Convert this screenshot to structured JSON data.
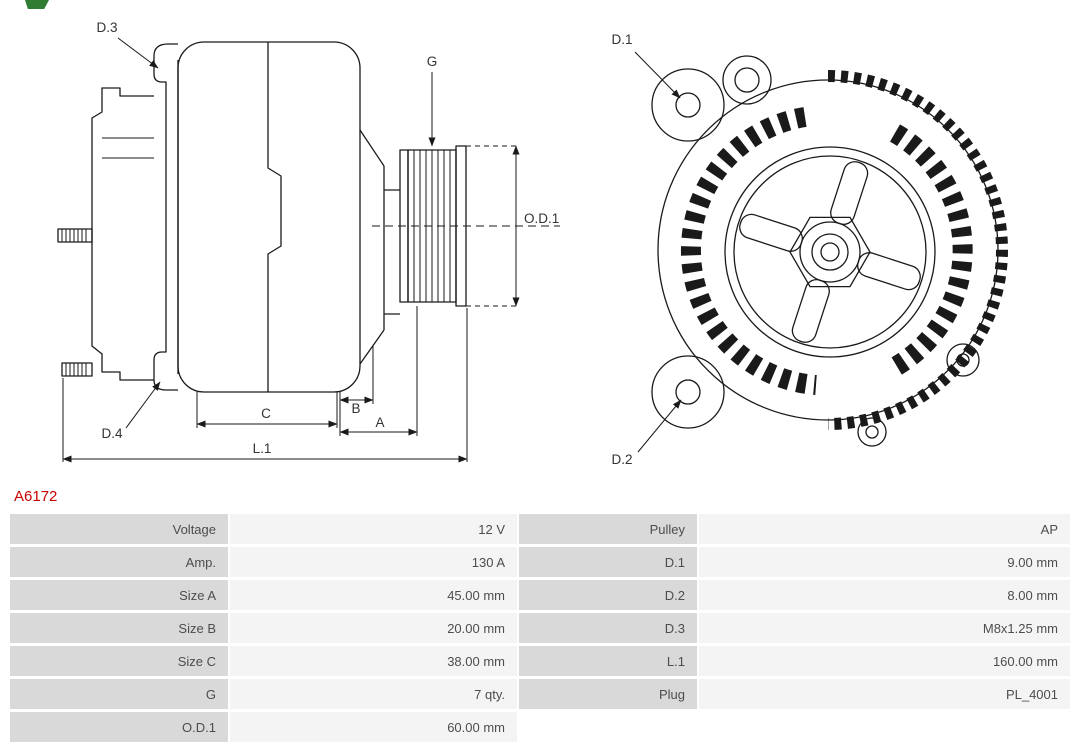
{
  "part": {
    "number": "A6172"
  },
  "colors": {
    "part_number": "#cc0000",
    "label_cell": "#d9d9d9",
    "value_cell": "#f4f4f4",
    "diagram_line": "#1a1a1a",
    "logo_green": "#2e7d32"
  },
  "diagram": {
    "labels": {
      "d1": "D.1",
      "d2": "D.2",
      "d3": "D.3",
      "d4": "D.4",
      "g": "G",
      "od1": "O.D.1",
      "a": "A",
      "b": "B",
      "c": "C",
      "l1": "L.1"
    }
  },
  "table": {
    "rows": [
      {
        "label_left": "Voltage",
        "value_left": "12 V",
        "label_right": "Pulley",
        "value_right": "AP"
      },
      {
        "label_left": "Amp.",
        "value_left": "130 A",
        "label_right": "D.1",
        "value_right": "9.00 mm"
      },
      {
        "label_left": "Size A",
        "value_left": "45.00 mm",
        "label_right": "D.2",
        "value_right": "8.00 mm"
      },
      {
        "label_left": "Size B",
        "value_left": "20.00 mm",
        "label_right": "D.3",
        "value_right": "M8x1.25 mm"
      },
      {
        "label_left": "Size C",
        "value_left": "38.00 mm",
        "label_right": "L.1",
        "value_right": "160.00 mm"
      },
      {
        "label_left": "G",
        "value_left": "7 qty.",
        "label_right": "Plug",
        "value_right": "PL_4001"
      },
      {
        "label_left": "O.D.1",
        "value_left": "60.00 mm",
        "label_right": "",
        "value_right": ""
      }
    ]
  }
}
